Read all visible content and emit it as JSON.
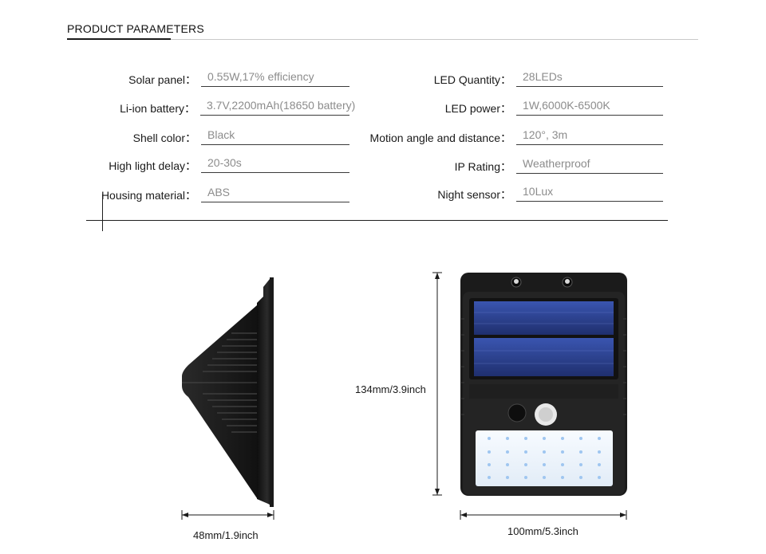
{
  "section": {
    "title": "PRODUCT PARAMETERS"
  },
  "params_left": [
    {
      "label": "Solar panel：",
      "value": "0.55W,17% efficiency"
    },
    {
      "label": "Li-ion battery：",
      "value": "3.7V,2200mAh(18650 battery)"
    },
    {
      "label": "Shell color：",
      "value": "Black"
    },
    {
      "label": "High light delay：",
      "value": "20-30s"
    },
    {
      "label": "Housing material：",
      "value": "ABS"
    }
  ],
  "params_right": [
    {
      "label": "LED Quantity：",
      "value": "28LEDs"
    },
    {
      "label": "LED power：",
      "value": "1W,6000K-6500K"
    },
    {
      "label": "Motion angle and distance：",
      "value": "120°, 3m"
    },
    {
      "label": "IP Rating：",
      "value": "Weatherproof"
    },
    {
      "label": "Night sensor：",
      "value": "10Lux"
    }
  ],
  "dimensions": {
    "side_width": "48mm/1.9inch",
    "front_height": "134mm/3.9inch",
    "front_width": "100mm/5.3inch"
  },
  "colors": {
    "accent_rule": "#1b1b1b",
    "value_text": "#8c8c8c",
    "product_body": "#1c1c1c",
    "solar_cell": "#2a3f8f"
  }
}
